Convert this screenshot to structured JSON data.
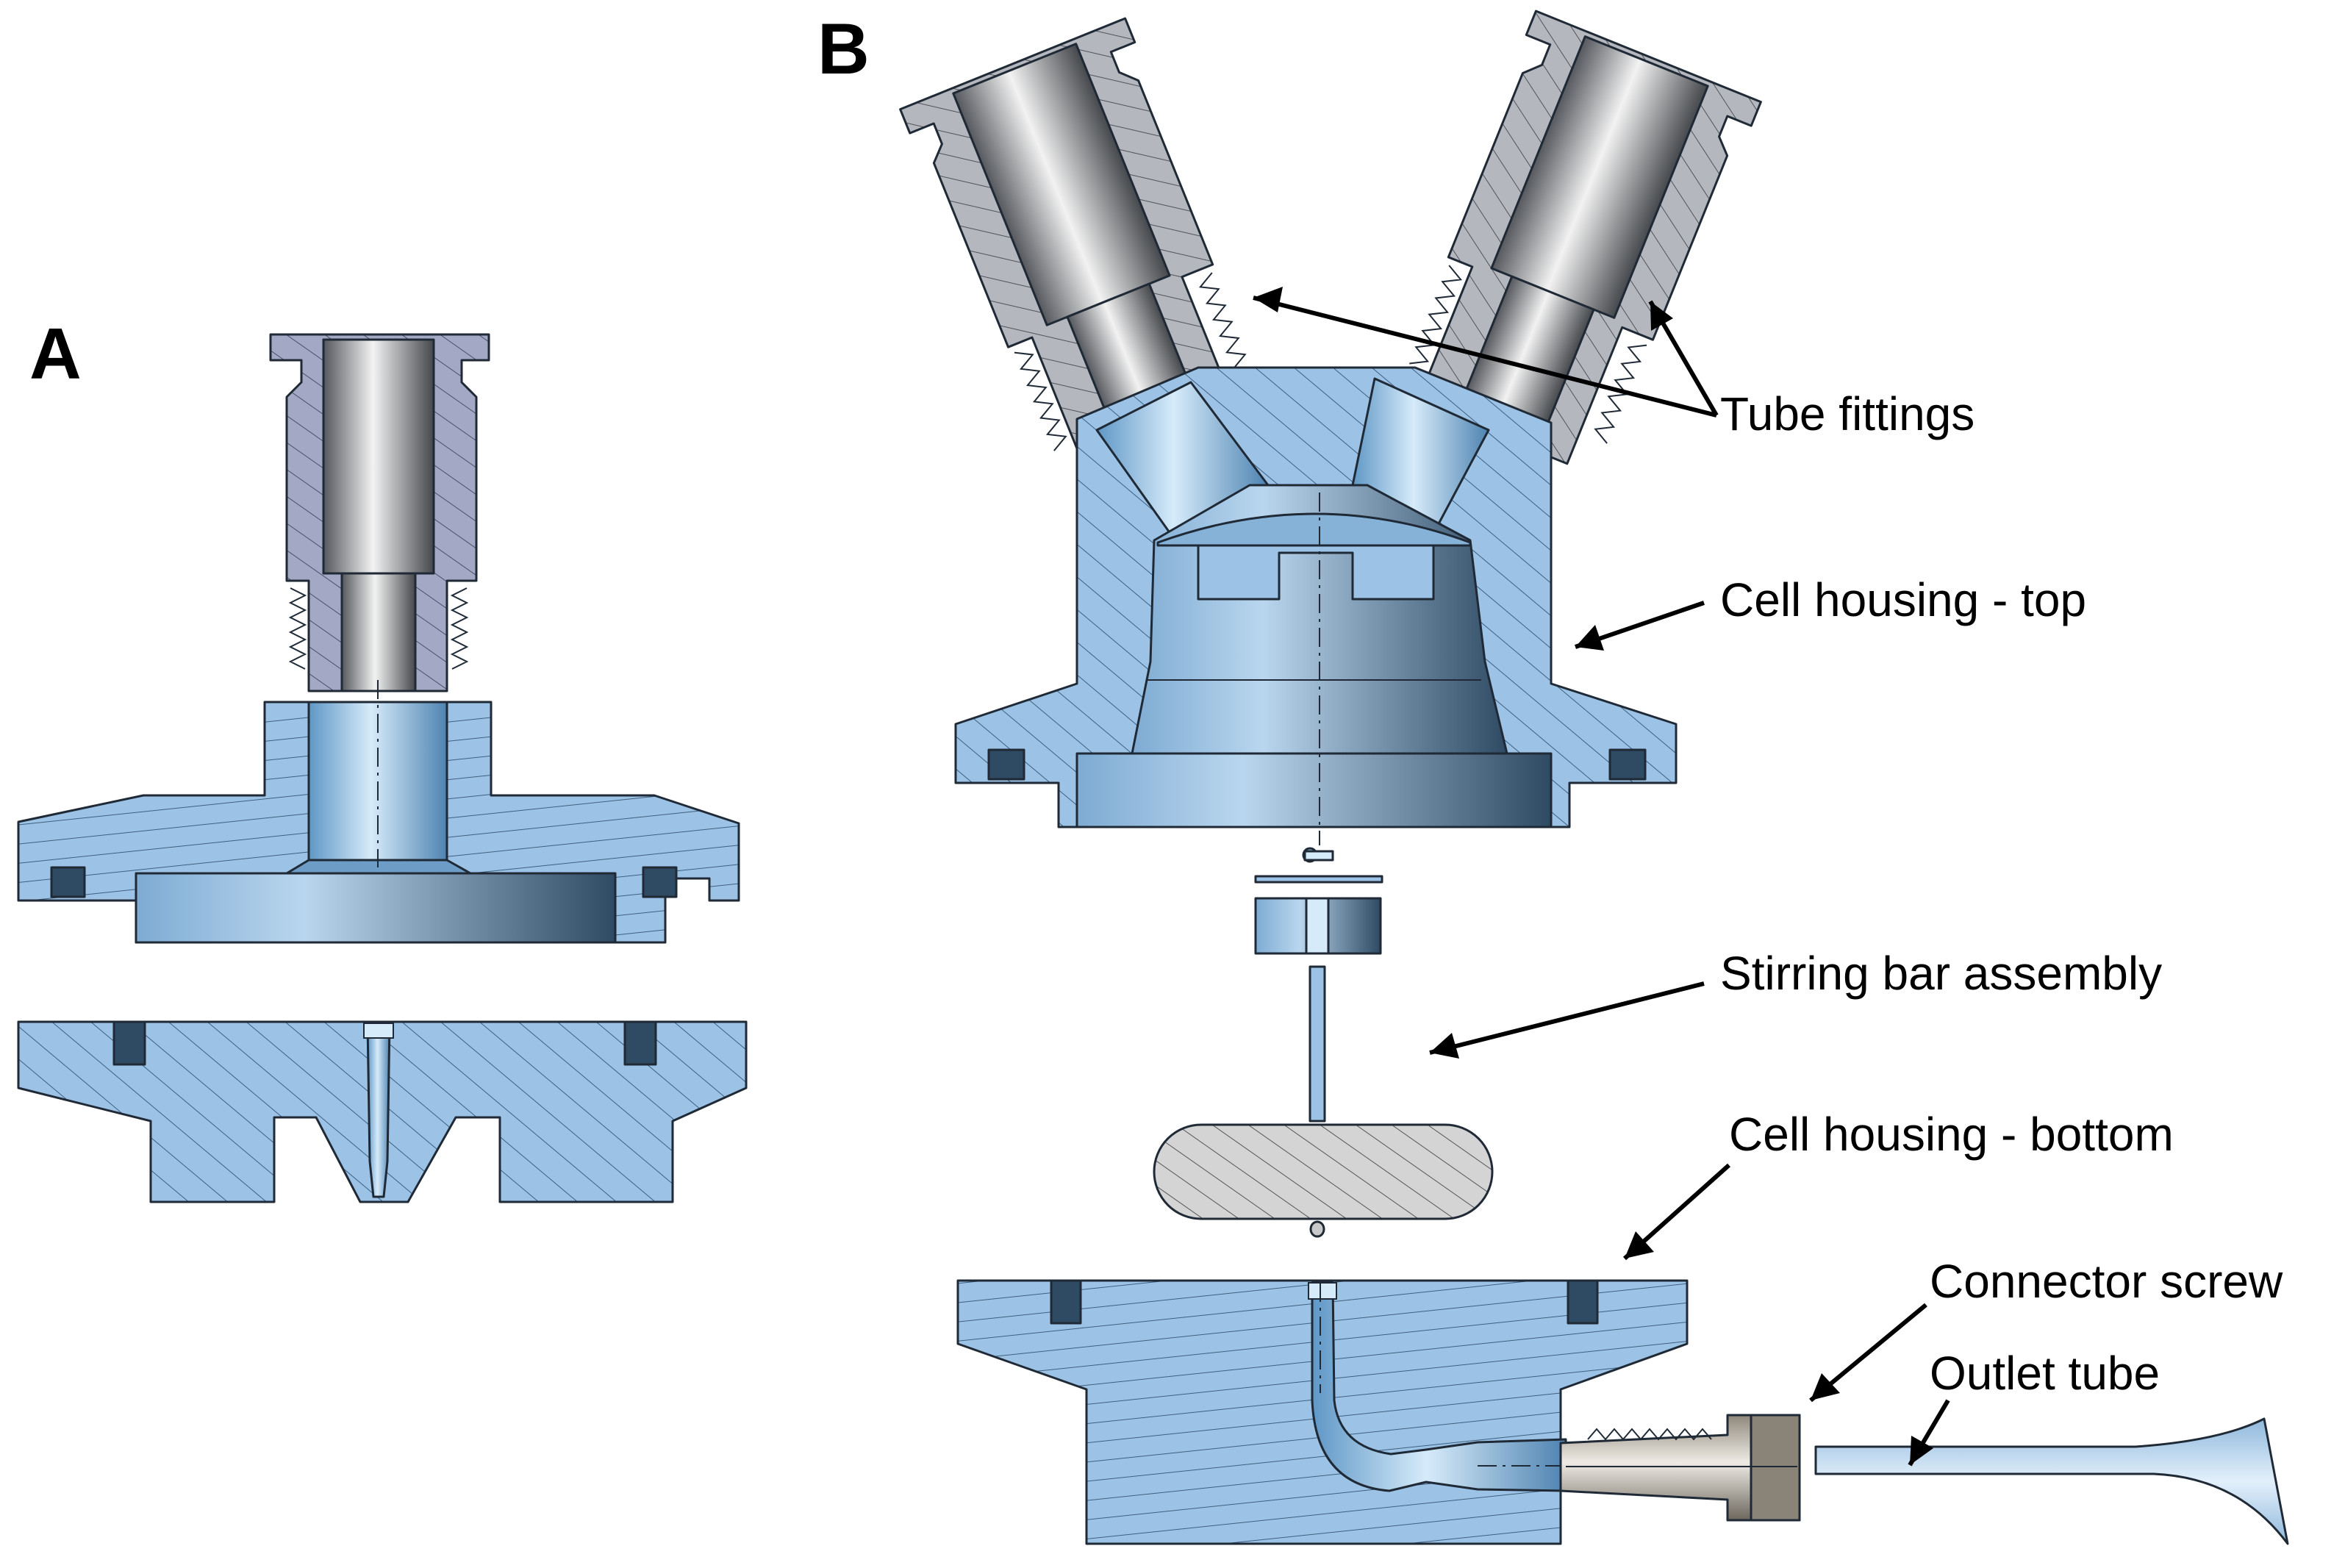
{
  "panels": {
    "a": "A",
    "b": "B"
  },
  "callouts": {
    "tube_fittings": "Tube fittings",
    "cell_top": "Cell housing - top",
    "stirring_bar": "Stirring bar assembly",
    "cell_bottom": "Cell housing - bottom",
    "connector_screw": "Connector screw",
    "outlet_tube": "Outlet tube"
  },
  "colors": {
    "housing_blue": "#9cc3e6",
    "housing_bore": "#6fa6d4",
    "housing_dark": "#2f4a63",
    "fitting_gray": "#b4b7bd",
    "fitting_bore": "#6b6e73",
    "fitting_lavender": "#a3a8c4",
    "stir_gray": "#cfcfcf",
    "connector_metal": "#a69f93",
    "outlet_blue": "#b9d4ec",
    "text": "#000000"
  }
}
